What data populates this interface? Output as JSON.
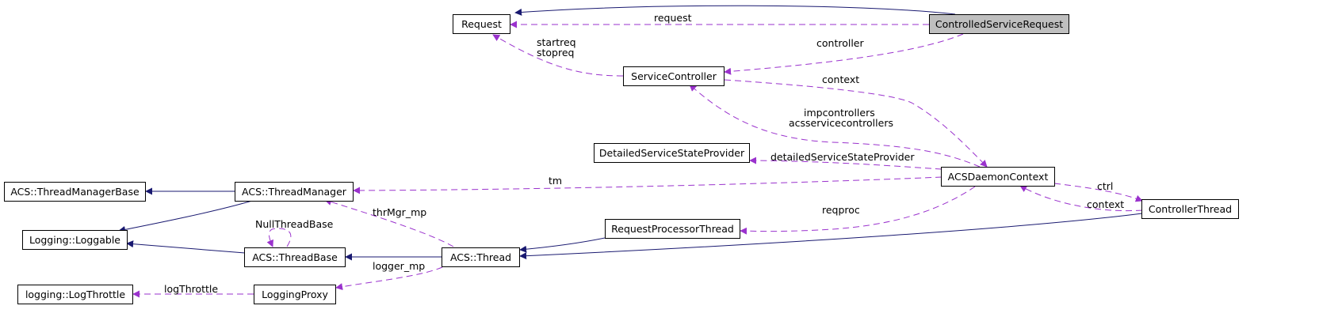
{
  "colors": {
    "inheritance": "#191970",
    "usage": "#9a32cd",
    "highlight_fill": "#bfbfbf"
  },
  "nodes": {
    "request": "Request",
    "controlled_service_request": "ControlledServiceRequest",
    "service_controller": "ServiceController",
    "detailed_service_state_provider": "DetailedServiceStateProvider",
    "acs_daemon_context": "ACSDaemonContext",
    "thread_manager_base": "ACS::ThreadManagerBase",
    "thread_manager": "ACS::ThreadManager",
    "controller_thread": "ControllerThread",
    "loggable": "Logging::Loggable",
    "request_processor_thread": "RequestProcessorThread",
    "thread_base": "ACS::ThreadBase",
    "thread": "ACS::Thread",
    "log_throttle": "logging::LogThrottle",
    "logging_proxy": "LoggingProxy"
  },
  "edge_labels": {
    "request": "request",
    "startreq": "startreq",
    "stopreq": "stopreq",
    "controller": "controller",
    "context_sc": "context",
    "impcontrollers": "impcontrollers",
    "acsservicecontrollers": "acsservicecontrollers",
    "detailed_provider": "detailedServiceStateProvider",
    "tm": "tm",
    "ctrl": "ctrl",
    "context_ct": "context",
    "reqproc": "reqproc",
    "thr_mgr_mp": "thrMgr_mp",
    "null_thread_base": "NullThreadBase",
    "logger_mp": "logger_mp",
    "log_throttle": "logThrottle"
  }
}
